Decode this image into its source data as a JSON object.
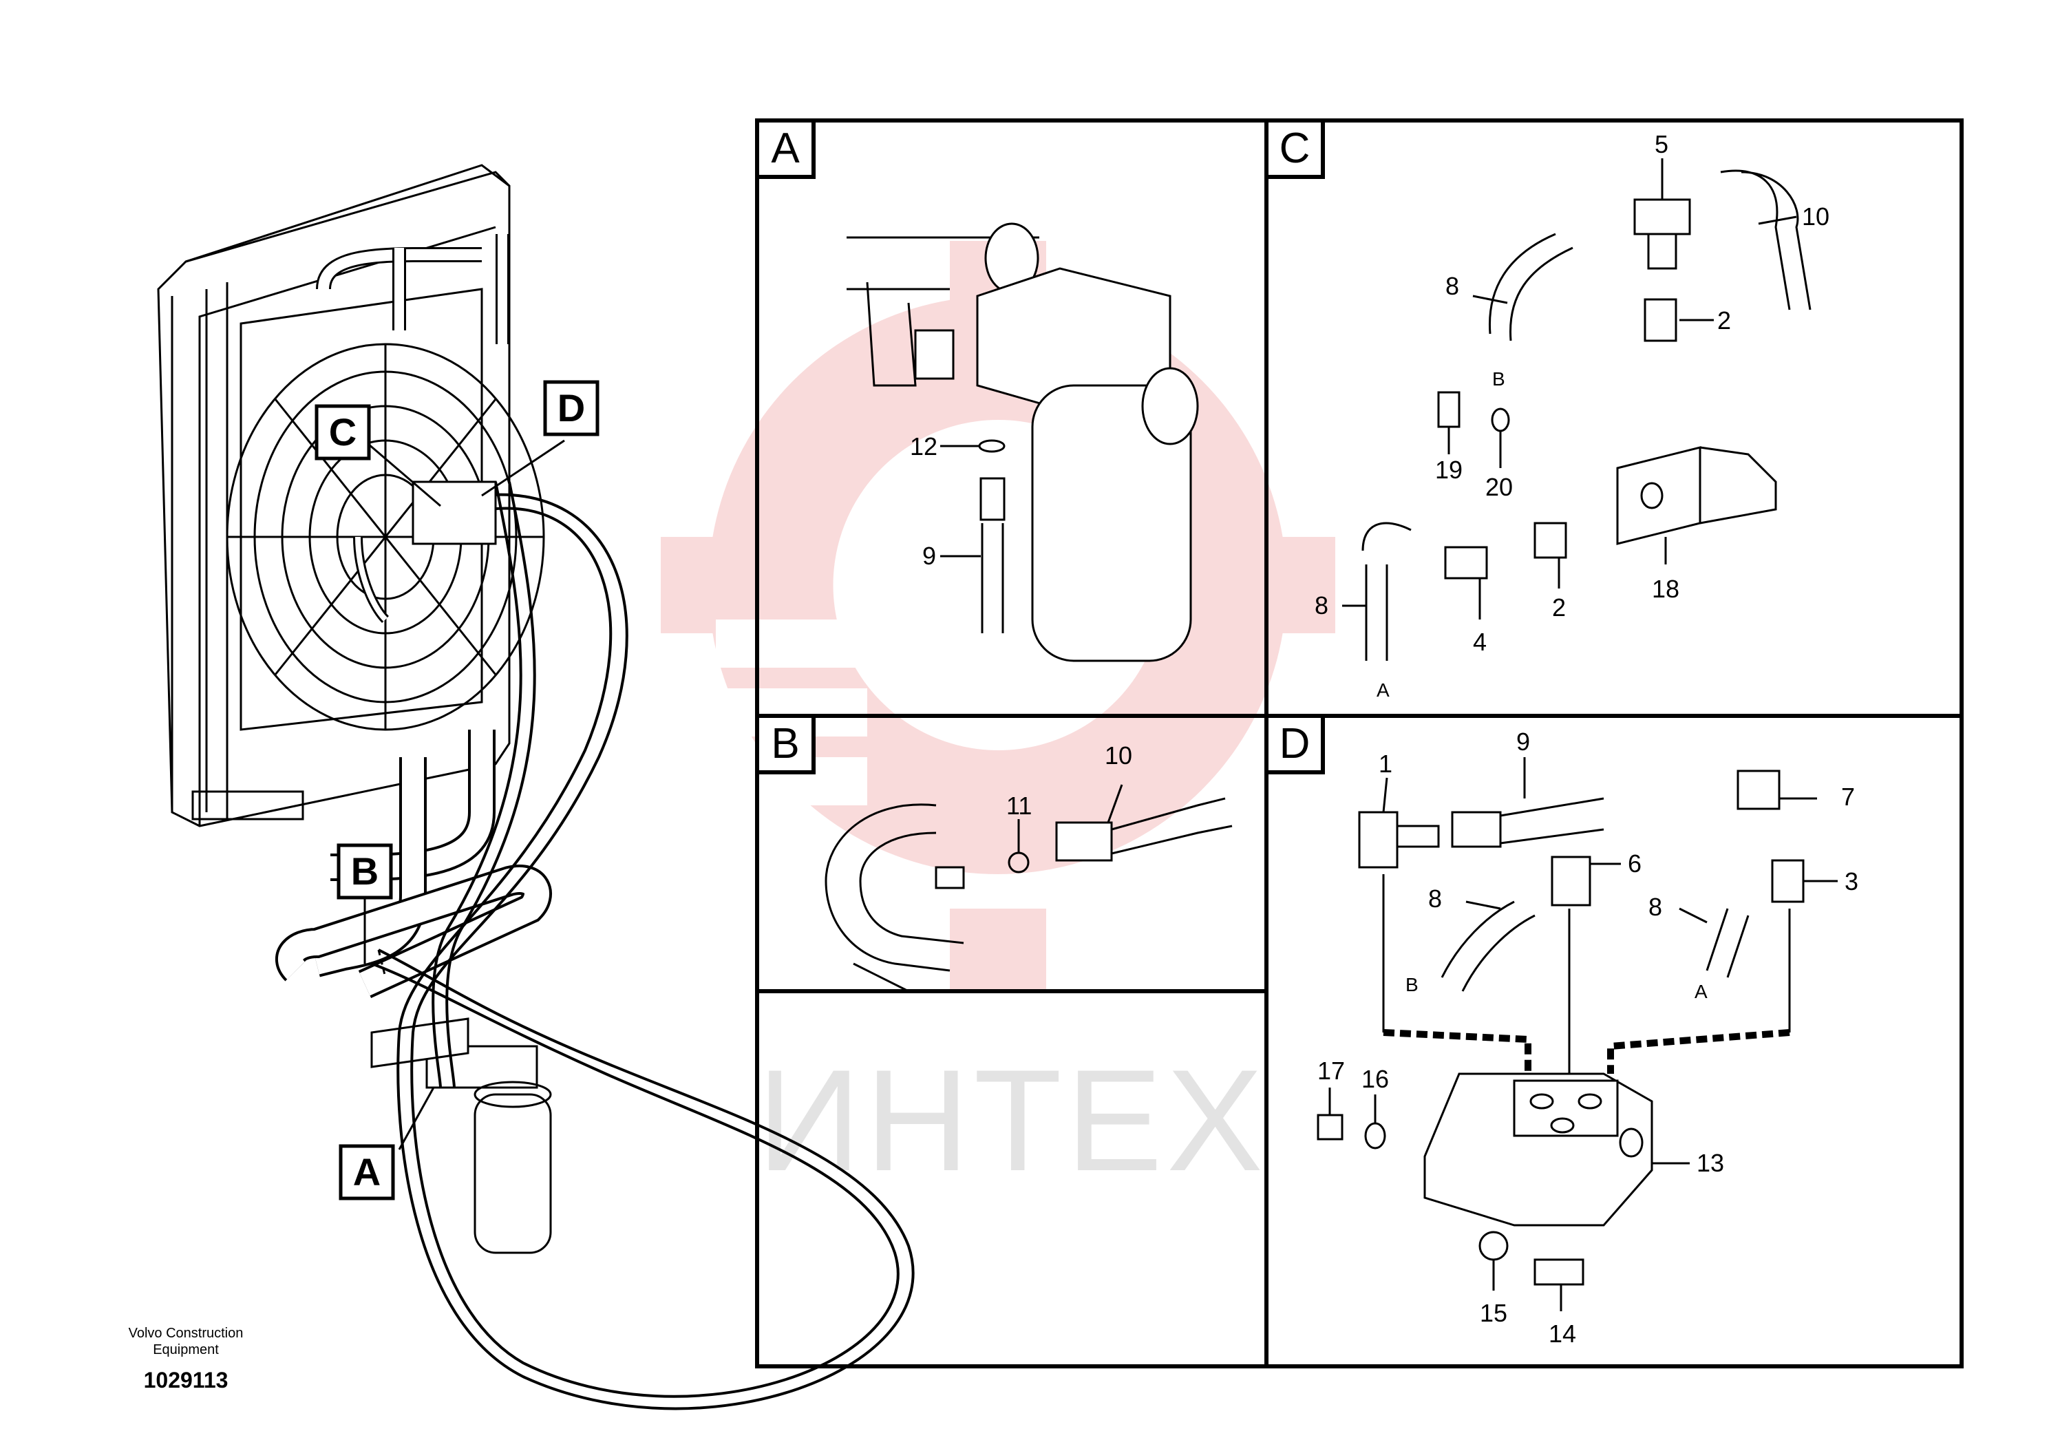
{
  "watermark": {
    "text": "ИНТЕХ",
    "color": "#e8a0a0"
  },
  "footer": {
    "maker": "Volvo Construction Equipment",
    "doc_id": "1029113"
  },
  "overview": {
    "callouts": {
      "A": "A",
      "B": "B",
      "C": "C",
      "D": "D"
    }
  },
  "panels": {
    "A": {
      "letter": "A",
      "parts": {
        "p12": "12",
        "p9": "9"
      }
    },
    "B": {
      "letter": "B",
      "parts": {
        "p11": "11",
        "p10": "10"
      }
    },
    "C": {
      "letter": "C",
      "parts": {
        "p5": "5",
        "p10": "10",
        "p8a": "8",
        "p2a": "2",
        "tagB": "B",
        "p19": "19",
        "p20": "20",
        "p8b": "8",
        "p4": "4",
        "p2b": "2",
        "p18": "18",
        "tagA": "A"
      }
    },
    "D": {
      "letter": "D",
      "parts": {
        "p1": "1",
        "p9": "9",
        "p7": "7",
        "p6": "6",
        "p8a": "8",
        "p3": "3",
        "p8b": "8",
        "tagB": "B",
        "tagA": "A",
        "p17": "17",
        "p16": "16",
        "p13": "13",
        "p15": "15",
        "p14": "14"
      }
    }
  }
}
